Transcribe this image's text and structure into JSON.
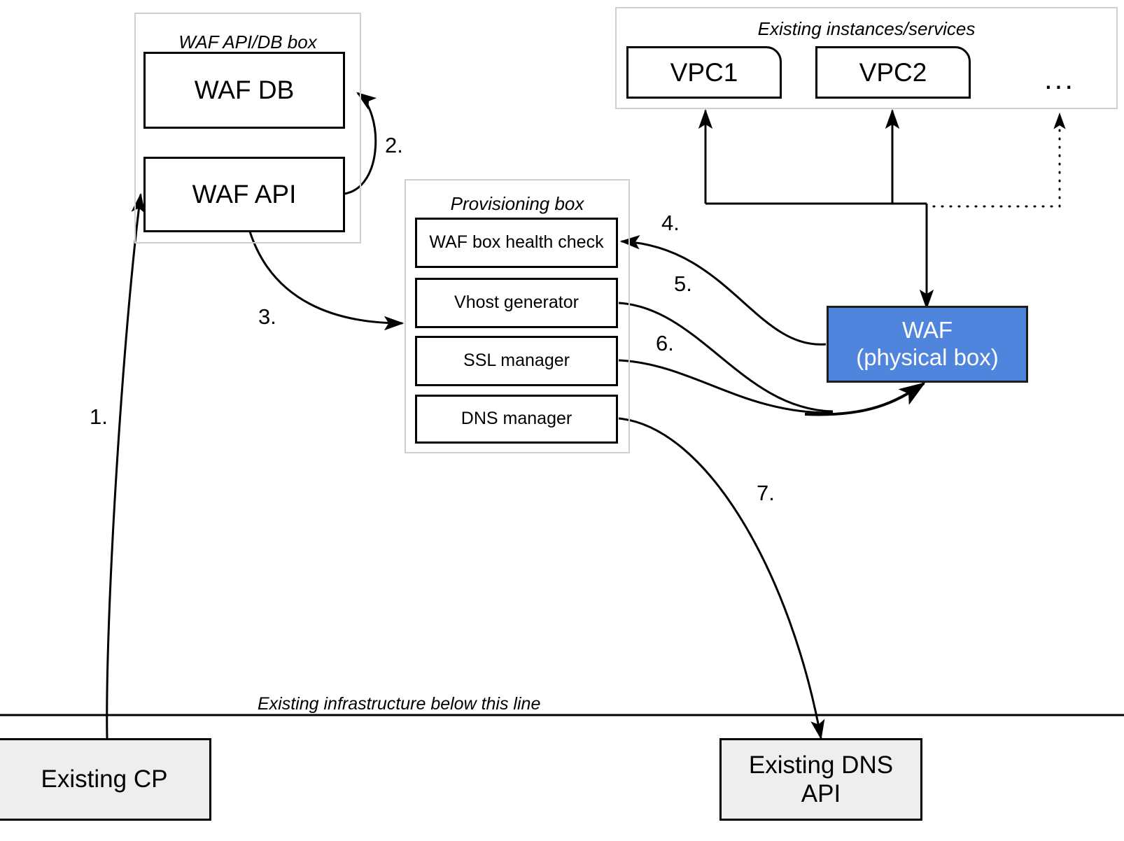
{
  "diagram": {
    "title_caption": "Existing infrastructure below this line",
    "ellipsis": "...",
    "colors": {
      "waf_physical_fill": "#4f85dd",
      "waf_physical_text": "#ffffff",
      "existing_fill": "#eeeeee",
      "group_border": "#d0d0d0",
      "node_border": "#000000",
      "line": "#000000"
    }
  },
  "groups": {
    "waf_api_db_box": {
      "title": "WAF API/DB box",
      "nodes": [
        {
          "label": "WAF DB"
        },
        {
          "label": "WAF API"
        }
      ]
    },
    "provisioning_box": {
      "title": "Provisioning box",
      "nodes": [
        {
          "label": "WAF box health check"
        },
        {
          "label": "Vhost generator"
        },
        {
          "label": "SSL manager"
        },
        {
          "label": "DNS manager"
        }
      ]
    },
    "existing_instances": {
      "title": "Existing instances/services",
      "nodes": [
        {
          "label": "VPC1"
        },
        {
          "label": "VPC2"
        }
      ]
    }
  },
  "standalone_nodes": {
    "waf_physical": {
      "line1": "WAF",
      "line2": "(physical box)"
    },
    "existing_cp": {
      "label": "Existing CP"
    },
    "existing_dns_api": {
      "line1": "Existing DNS",
      "line2": "API"
    }
  },
  "steps": [
    {
      "id": "1",
      "label": "1.",
      "from": "Existing CP",
      "to": "WAF API"
    },
    {
      "id": "2",
      "label": "2.",
      "from": "WAF API",
      "to": "WAF DB"
    },
    {
      "id": "3",
      "label": "3.",
      "from": "WAF API",
      "to": "Provisioning box"
    },
    {
      "id": "4",
      "label": "4.",
      "from": "WAF (physical box)",
      "to": "VPC1 / VPC2"
    },
    {
      "id": "5",
      "label": "5.",
      "from": "WAF (physical box)",
      "to": "WAF box health check"
    },
    {
      "id": "6",
      "label": "6.",
      "from": "Vhost generator / SSL manager",
      "to": "WAF (physical box)"
    },
    {
      "id": "7",
      "label": "7.",
      "from": "DNS manager",
      "to": "Existing DNS API"
    }
  ]
}
